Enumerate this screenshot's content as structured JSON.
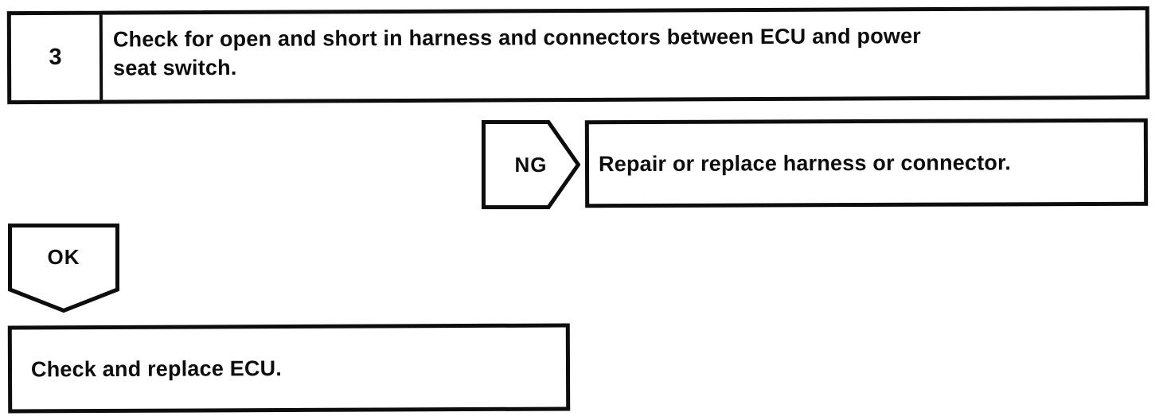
{
  "page": {
    "background_color": "#ffffff",
    "ink_color": "#0d0d0d"
  },
  "flowchart": {
    "step_box": {
      "number": "3",
      "instruction_line1": "Check for open and short in harness and connectors between ECU and power",
      "instruction_line2": "seat switch."
    },
    "ng_branch": {
      "connector_label": "NG",
      "result_text": "Repair or replace harness or connector."
    },
    "ok_branch": {
      "connector_label": "OK",
      "result_text": "Check and replace ECU."
    }
  }
}
